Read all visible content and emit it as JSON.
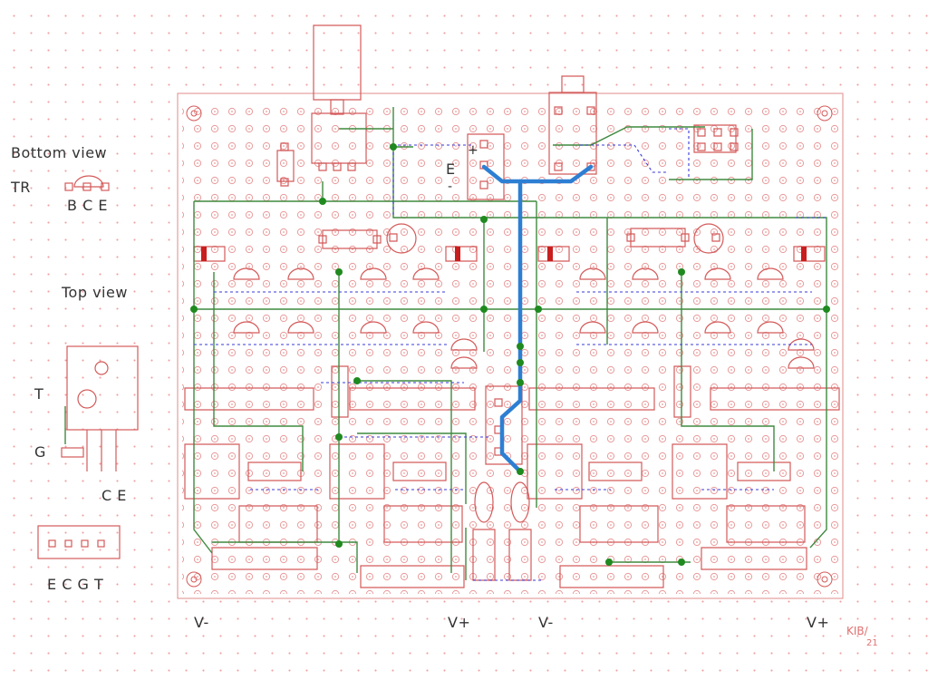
{
  "legend": {
    "bottom_view": "Bottom view",
    "tr": "TR",
    "bce": "B C E",
    "top_view": "Top view",
    "t": "T",
    "g": "G",
    "ce": "C E",
    "ecgt": "E C G T"
  },
  "board": {
    "pin_e": "E",
    "pin_plus": "+",
    "pin_minus": "-",
    "supply_labels": [
      "V-",
      "V+",
      "V-",
      "V+"
    ]
  },
  "colors": {
    "silkscreen": "#d45a5a",
    "wire": "#3f8a3f",
    "junction": "#1f8a1f",
    "jumper": "#3a3ad8",
    "power_trace": "#2d7fd3",
    "diode_band": "#c81e1e"
  },
  "signature": "KIB/\n21"
}
